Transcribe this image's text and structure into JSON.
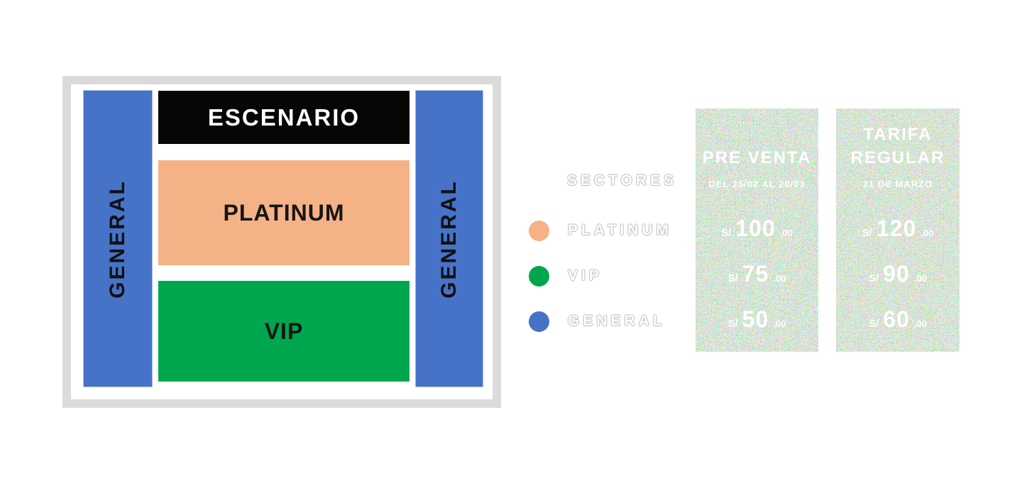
{
  "map": {
    "stage_label": "ESCENARIO",
    "platinum_label": "PLATINUM",
    "vip_label": "VIP",
    "general_left_label": "GENERAL",
    "general_right_label": "GENERAL"
  },
  "legend": {
    "title": "SECTORES",
    "items": [
      {
        "label": "PLATINUM",
        "color": "#f5b286"
      },
      {
        "label": "VIP",
        "color": "#00a74f"
      },
      {
        "label": "GENERAL",
        "color": "#4673c8"
      }
    ]
  },
  "pricing": [
    {
      "title": "PRE VENTA",
      "subtitle": "DEL 25/02 AL 20/03",
      "prices": [
        {
          "sector": "PLATINUM",
          "currency": "S/",
          "amount": "100",
          "cents": ".00"
        },
        {
          "sector": "VIP",
          "currency": "S/",
          "amount": "75",
          "cents": ".00"
        },
        {
          "sector": "GENERAL",
          "currency": "S/",
          "amount": "50",
          "cents": ".00"
        }
      ]
    },
    {
      "title": "TARIFA REGULAR",
      "subtitle": "21 DE MARZO",
      "prices": [
        {
          "sector": "PLATINUM",
          "currency": "S/",
          "amount": "120",
          "cents": ".00"
        },
        {
          "sector": "VIP",
          "currency": "S/",
          "amount": "90",
          "cents": ".00"
        },
        {
          "sector": "GENERAL",
          "currency": "S/",
          "amount": "60",
          "cents": ".00"
        }
      ]
    }
  ],
  "colors": {
    "platinum": "#f5b286",
    "vip": "#00a74f",
    "general": "#4673c8",
    "stage_black": "#060606",
    "frame_gray": "#dbdbdb",
    "text_white": "#ffffff",
    "map_text_dark": "#151515"
  }
}
